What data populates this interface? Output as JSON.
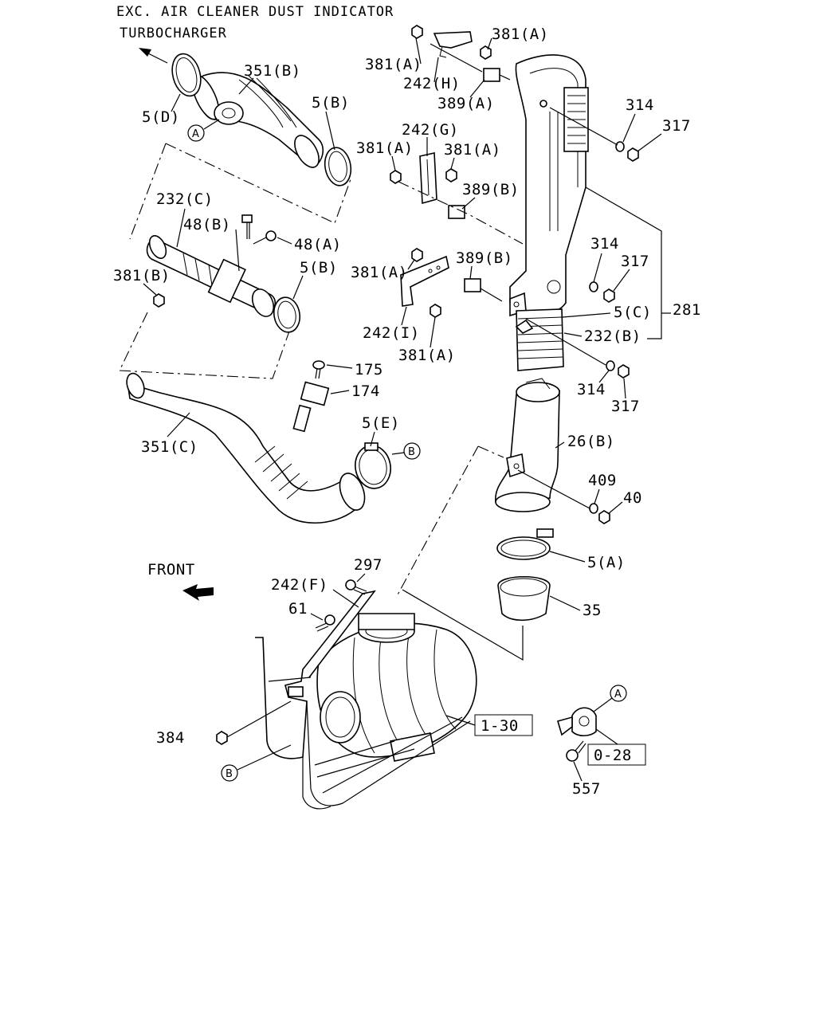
{
  "header": {
    "line1": "EXC. AIR CLEANER DUST INDICATOR",
    "line2": "TURBOCHARGER"
  },
  "front_label": "FRONT",
  "labels": {
    "p351b": "351(B)",
    "p5d": "5(D)",
    "p5b_top": "5(B)",
    "p232c": "232(C)",
    "p48b": "48(B)",
    "p48a": "48(A)",
    "p5b_mid": "5(B)",
    "p381b": "381(B)",
    "p175": "175",
    "p174": "174",
    "p5e": "5(E)",
    "p351c": "351(C)",
    "p381a_1": "381(A)",
    "p381a_2": "381(A)",
    "p242h": "242(H)",
    "p389a": "389(A)",
    "p242g": "242(G)",
    "p381a_3": "381(A)",
    "p381a_4": "381(A)",
    "p389b_1": "389(B)",
    "p381a_5": "381(A)",
    "p389b_2": "389(B)",
    "p242i": "242(I)",
    "p381a_6": "381(A)",
    "p314_1": "314",
    "p317_1": "317",
    "p314_2": "314",
    "p317_2": "317",
    "p5c": "5(C)",
    "p281": "281",
    "p232b": "232(B)",
    "p314_3": "314",
    "p317_3": "317",
    "p26b": "26(B)",
    "p409": "409",
    "p40": "40",
    "p5a": "5(A)",
    "p35": "35",
    "p297": "297",
    "p242f": "242(F)",
    "p61": "61",
    "p384": "384",
    "p557": "557"
  },
  "refs": {
    "r130": "1-30",
    "r028": "0-28"
  },
  "markers": {
    "a1": "A",
    "a2": "A",
    "b1": "B",
    "b2": "B"
  },
  "icons": [
    "front-arrow-icon",
    "turbocharger-arrow-icon"
  ]
}
